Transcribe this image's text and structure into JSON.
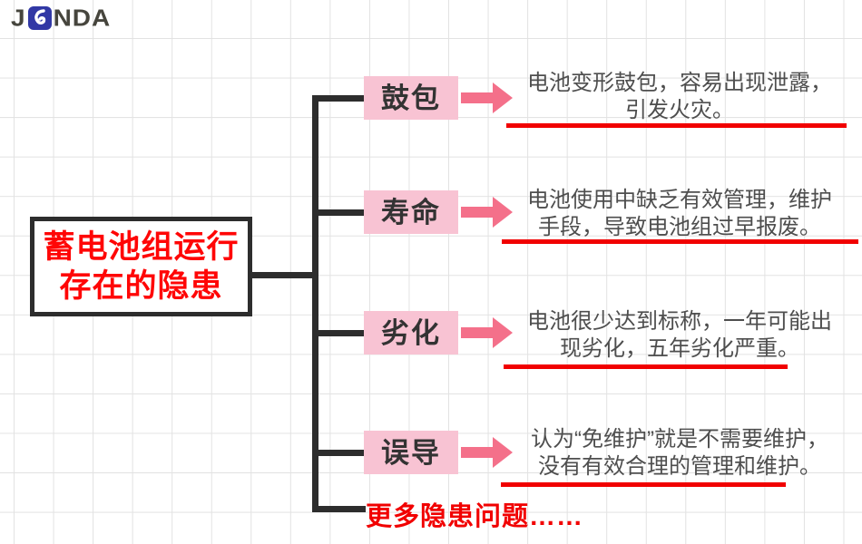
{
  "logo": {
    "left": "J",
    "right": "NDA",
    "u_icon": "blue-square-hook"
  },
  "main_topic": {
    "line1": "蓄电池组运行",
    "line2": "存在的隐患"
  },
  "branches": [
    {
      "label": "鼓包",
      "desc_line1": "电池变形鼓包，容易出现泄露，",
      "desc_line2": "引发火灾。"
    },
    {
      "label": "寿命",
      "desc_line1": "电池使用中缺乏有效管理，维护",
      "desc_line2": "手段，导致电池组过早报废。"
    },
    {
      "label": "劣化",
      "desc_line1": "电池很少达到标称，一年可能出",
      "desc_line2": "现劣化，五年劣化严重。"
    },
    {
      "label": "误导",
      "desc_line1": "认为“免维护”就是不需要维护，",
      "desc_line2": "没有有效合理的管理和维护。"
    }
  ],
  "footer_note": "更多隐患问题……",
  "colors": {
    "pink_box": "#f8c3d3",
    "arrow": "#f4708a",
    "line": "#2d2d2d",
    "desc_text": "#4e4e4e",
    "red": "#f10000",
    "title_red": "#ff0606",
    "label_text": "#333333",
    "logo_gray": "#46453d",
    "logo_blue": "#3138a5",
    "grid": "#e2e2e2"
  }
}
